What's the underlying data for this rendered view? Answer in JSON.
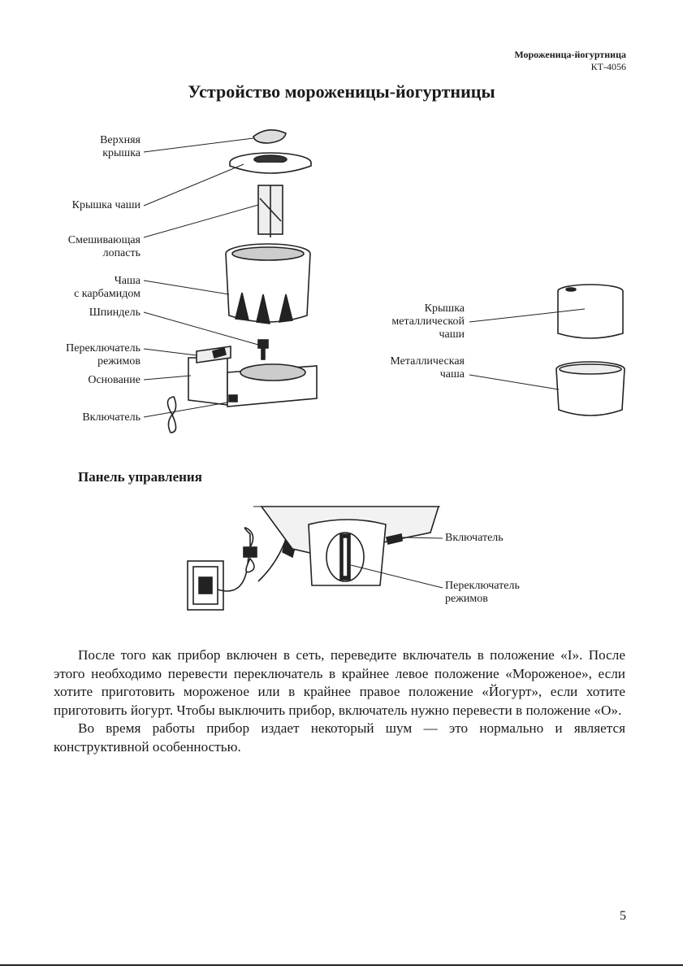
{
  "header": {
    "product_title": "Мороженица-йогуртница",
    "model": "КТ-4056"
  },
  "title": "Устройство мороженицы-йогуртницы",
  "diagram_labels": {
    "top_lid": "Верхняя\nкрышка",
    "bowl_lid": "Крышка чаши",
    "paddle": "Смешивающая\nлопасть",
    "bowl": "Чаша\nс карбамидом",
    "spindle": "Шпиндель",
    "mode_switch": "Переключатель\nрежимов",
    "base": "Основание",
    "power_switch": "Включатель",
    "metal_bowl_lid": "Крышка\nметаллической\nчаши",
    "metal_bowl": "Металлическая\nчаша"
  },
  "panel_heading": "Панель управления",
  "panel_labels": {
    "power_switch": "Включатель",
    "mode_switch": "Переключатель\nрежимов"
  },
  "paragraphs": [
    "После того как прибор включен в сеть, переведите включатель в положение «I». После этого необходимо перевести переключатель в крайнее левое положение «Мороженое», если хотите приготовить мороженое или в крайнее правое положение «Йогурт», если хотите приготовить йогурт. Чтобы выключить прибор, включатель нужно перевести в положение «O».",
    "Во время работы прибор издает некоторый шум — это нормально и является конструктивной особенностью."
  ],
  "page_number": "5"
}
